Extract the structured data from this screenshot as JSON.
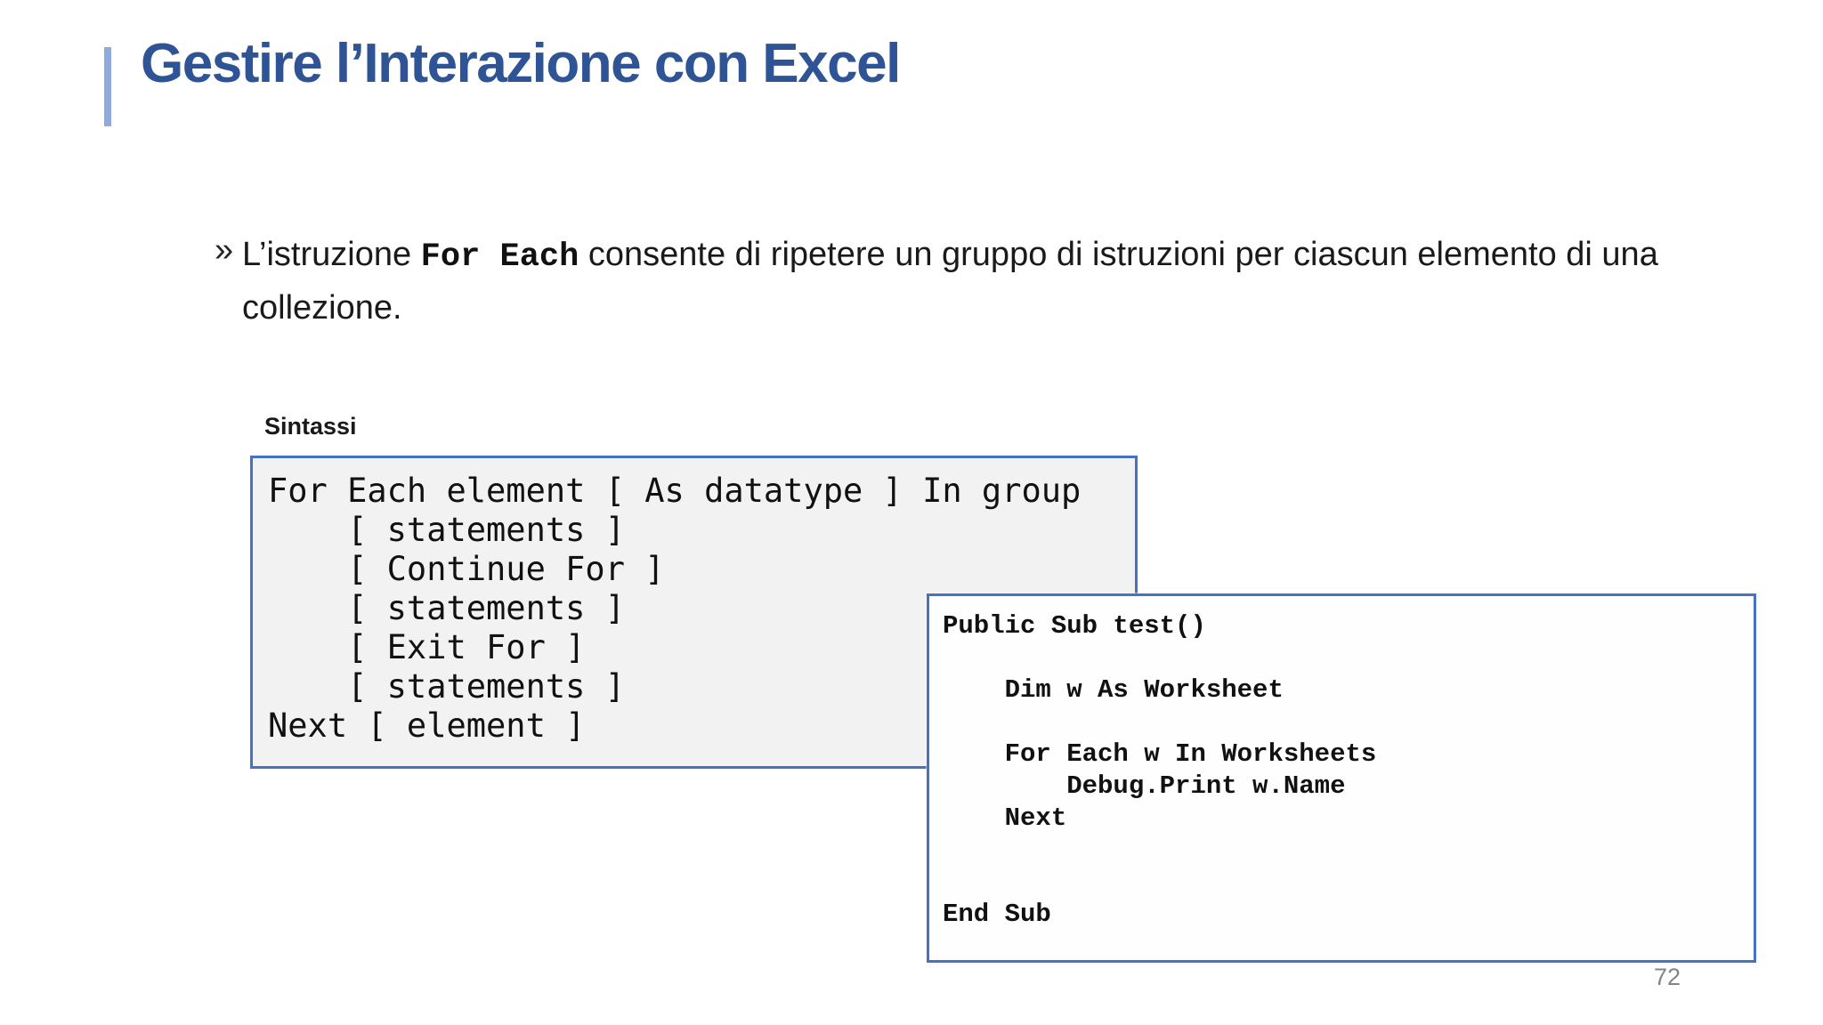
{
  "slide": {
    "title": "Gestire l’Interazione con Excel",
    "page_number": "72",
    "accent_color": "#2F5496",
    "accent_bar_color": "#8FAADC",
    "box_border_color": "#4472C4",
    "syntax_box_bg": "#F2F2F2",
    "example_box_bg": "#FDFEFD"
  },
  "bullet": {
    "marker": "»",
    "prefix": "L’istruzione ",
    "code": "For Each",
    "suffix": " consente di ripetere un gruppo di istruzioni per ciascun elemento di una collezione."
  },
  "syntax": {
    "label": "Sintassi",
    "code": "For Each element [ As datatype ] In group\n    [ statements ]\n    [ Continue For ]\n    [ statements ]\n    [ Exit For ]\n    [ statements ]\nNext [ element ]"
  },
  "example": {
    "code": "Public Sub test()\n\n    Dim w As Worksheet\n\n    For Each w In Worksheets\n        Debug.Print w.Name\n    Next\n\n\nEnd Sub"
  }
}
